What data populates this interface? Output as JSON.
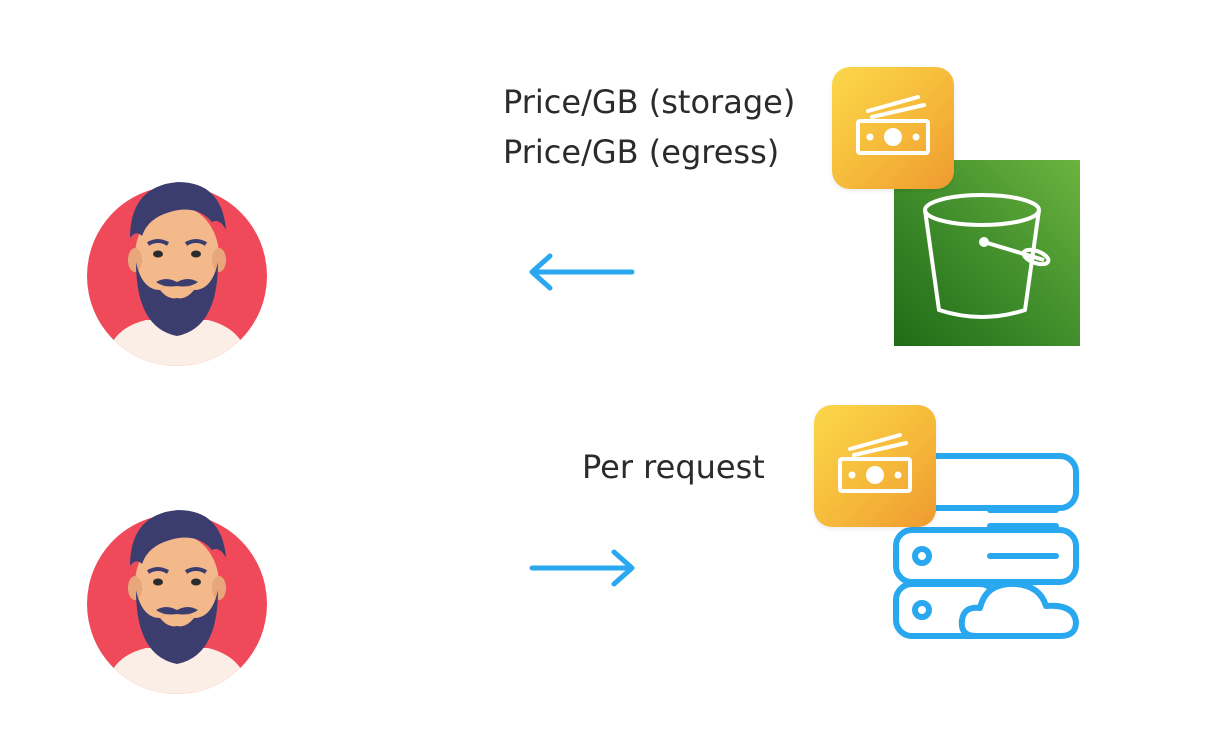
{
  "labels": {
    "storage_price": "Price/GB (storage)",
    "egress_price": "Price/GB (egress)",
    "per_request": "Per request"
  },
  "colors": {
    "text": "#2b2b2b",
    "arrow": "#29a8f0",
    "server_outline": "#29a8f0",
    "avatar_circle": "#f04a5a",
    "bucket_green": "#3d8b2a",
    "badge_yellow": "#f6b93a"
  },
  "icons": {
    "top_user": "user-avatar-icon",
    "bottom_user": "user-avatar-icon",
    "storage": "storage-bucket-icon",
    "server": "cloud-server-icon",
    "money": "money-bill-icon",
    "download_arrow": "arrow-left-icon",
    "request_arrow": "arrow-right-icon"
  }
}
